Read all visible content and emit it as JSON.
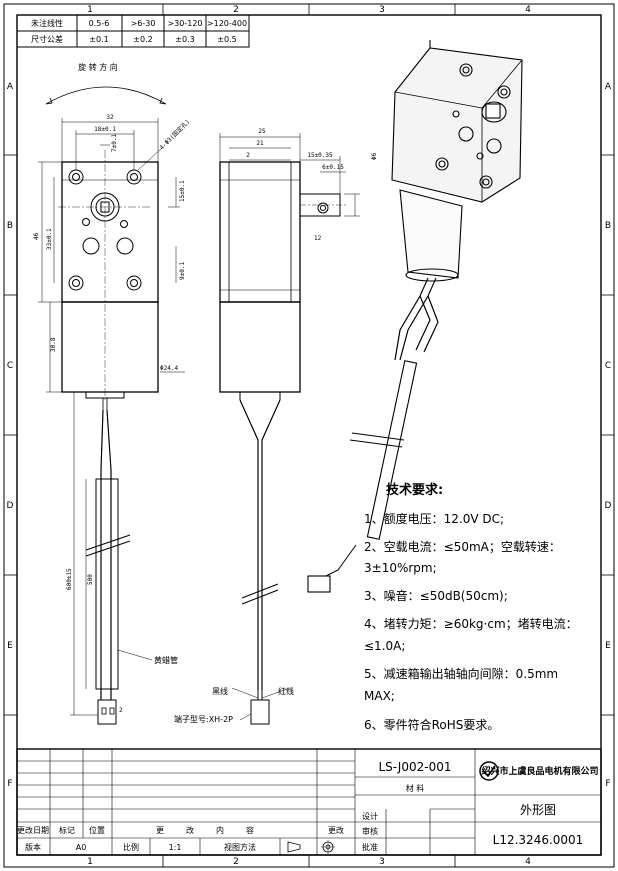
{
  "zones": {
    "columns": [
      "1",
      "2",
      "3",
      "4"
    ],
    "rows": [
      "A",
      "B",
      "C",
      "D",
      "E",
      "F"
    ]
  },
  "tolerance_table": {
    "row_labels": [
      "未注线性",
      "尺寸公差"
    ],
    "ranges": [
      "0.5-6",
      ">6-30",
      ">30-120",
      ">120-400"
    ],
    "tolerances": [
      "±0.1",
      "±0.2",
      "±0.3",
      "±0.5"
    ]
  },
  "front_view": {
    "rotation_label": "旋 转 方 向",
    "dims": {
      "width": "32",
      "hole_spacing": "18±0.1",
      "shaft_flat": "7±0.1",
      "hole_callout": "4-Φ3(固定孔)",
      "height": "46",
      "vertical_spacing": "33±0.1",
      "v15": "15±0.1",
      "v9": "9±0.1",
      "motor_len": "30.8",
      "motor_dia": "Φ24.4",
      "total_len": "600±15",
      "cable_len": "500",
      "pins": "2"
    },
    "sleeve_label": "黄蜡管"
  },
  "side_view": {
    "dims": {
      "depth": "25",
      "d21": "21",
      "d2": "2",
      "shaft_len": "15±0.35",
      "flat": "6±0.15",
      "shaft_dia": "Φ6",
      "flat_depth": "12"
    },
    "labels": {
      "black": "黑线",
      "red": "红线",
      "terminal": "端子型号:XH-2P"
    }
  },
  "requirements": {
    "title": "技术要求:",
    "items": [
      "1、额度电压：12.0V DC;",
      "2、空载电流：≤50mA；空载转速：",
      "3±10%rpm;",
      "3、噪音：≤50dB(50cm);",
      "4、堵转力矩：≥60kg·cm；堵转电流：",
      "≤1.0A;",
      "5、减速箱输出轴轴向间隙：0.5mm",
      "MAX;",
      "6、零件符合RoHS要求。"
    ]
  },
  "title_block": {
    "part_no": "LS-J002-001",
    "material": "材 料",
    "company": "绍兴市上虞良品电机有限公司",
    "name": "外形图",
    "drawing_no": "L12.3246.0001",
    "rev_headers": [
      "更改日期",
      "标记",
      "位置",
      "更",
      "改",
      "内",
      "容",
      "更改"
    ],
    "sign_labels": [
      "设计",
      "审核",
      "批准"
    ],
    "footer": {
      "edition_label": "版本",
      "edition": "A0",
      "scale_label": "比例",
      "scale": "1:1",
      "view_label": "视图方法"
    }
  }
}
